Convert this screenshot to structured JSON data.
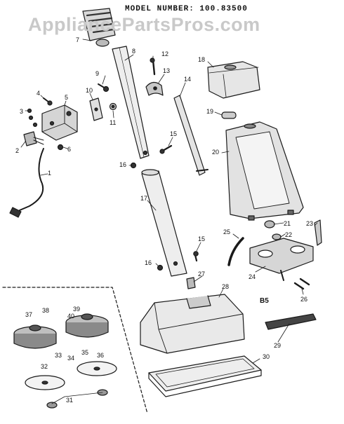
{
  "header": {
    "model_number": "MODEL NUMBER: 100.83500",
    "watermark": "AppliancePartsPros.com"
  },
  "section_label": "B5",
  "parts": [
    {
      "id": "1",
      "label": "1"
    },
    {
      "id": "2",
      "label": "2"
    },
    {
      "id": "3",
      "label": "3"
    },
    {
      "id": "4",
      "label": "4"
    },
    {
      "id": "5",
      "label": "5"
    },
    {
      "id": "6",
      "label": "6"
    },
    {
      "id": "7",
      "label": "7"
    },
    {
      "id": "8",
      "label": "8"
    },
    {
      "id": "9",
      "label": "9"
    },
    {
      "id": "10",
      "label": "10"
    },
    {
      "id": "11",
      "label": "11"
    },
    {
      "id": "12",
      "label": "12"
    },
    {
      "id": "13",
      "label": "13"
    },
    {
      "id": "14",
      "label": "14"
    },
    {
      "id": "15",
      "label": "15"
    },
    {
      "id": "15b",
      "label": "15"
    },
    {
      "id": "16",
      "label": "16"
    },
    {
      "id": "16b",
      "label": "16"
    },
    {
      "id": "17",
      "label": "17"
    },
    {
      "id": "18",
      "label": "18"
    },
    {
      "id": "19",
      "label": "19"
    },
    {
      "id": "20",
      "label": "20"
    },
    {
      "id": "21",
      "label": "21"
    },
    {
      "id": "22",
      "label": "22"
    },
    {
      "id": "23",
      "label": "23"
    },
    {
      "id": "24",
      "label": "24"
    },
    {
      "id": "25",
      "label": "25"
    },
    {
      "id": "26",
      "label": "26"
    },
    {
      "id": "27",
      "label": "27"
    },
    {
      "id": "28",
      "label": "28"
    },
    {
      "id": "29",
      "label": "29"
    },
    {
      "id": "30",
      "label": "30"
    },
    {
      "id": "31",
      "label": "31"
    },
    {
      "id": "32",
      "label": "32"
    },
    {
      "id": "33",
      "label": "33"
    },
    {
      "id": "34",
      "label": "34"
    },
    {
      "id": "35",
      "label": "35"
    },
    {
      "id": "36",
      "label": "36"
    },
    {
      "id": "37",
      "label": "37"
    },
    {
      "id": "38",
      "label": "38"
    },
    {
      "id": "39",
      "label": "39"
    },
    {
      "id": "40",
      "label": "40"
    }
  ]
}
